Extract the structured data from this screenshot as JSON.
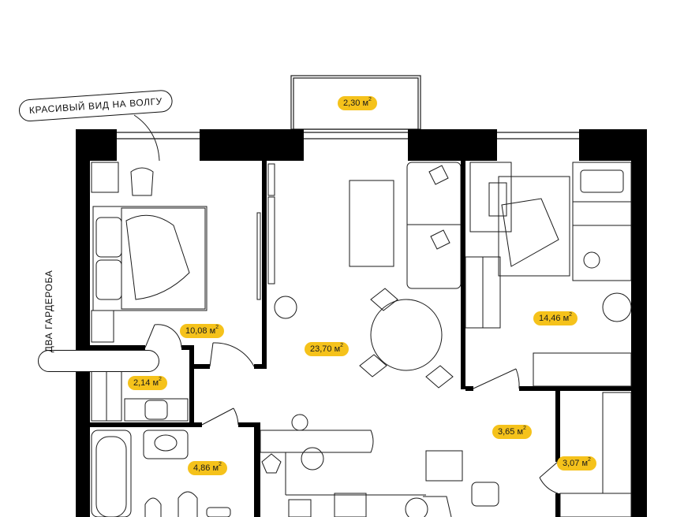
{
  "callouts": {
    "view": "КРАСИВЫЙ ВИД НА ВОЛГУ",
    "wardrobes": "ДВА ГАРДЕРОБА"
  },
  "rooms": {
    "balcony": {
      "area": "2,30",
      "unit": "м",
      "exp": "2"
    },
    "bedroom": {
      "area": "10,08",
      "unit": "м",
      "exp": "2"
    },
    "living": {
      "area": "23,70",
      "unit": "м",
      "exp": "2"
    },
    "kids": {
      "area": "14,46",
      "unit": "м",
      "exp": "2"
    },
    "closet": {
      "area": "2,14",
      "unit": "м",
      "exp": "2"
    },
    "bathroom": {
      "area": "4,86",
      "unit": "м",
      "exp": "2"
    },
    "hall": {
      "area": "3,65",
      "unit": "м",
      "exp": "2"
    },
    "wardrobe2": {
      "area": "3,07",
      "unit": "м",
      "exp": "2"
    }
  },
  "colors": {
    "wall": "#000000",
    "line": "#1a1a1a",
    "badge": "#f5c21b",
    "background": "#ffffff"
  }
}
